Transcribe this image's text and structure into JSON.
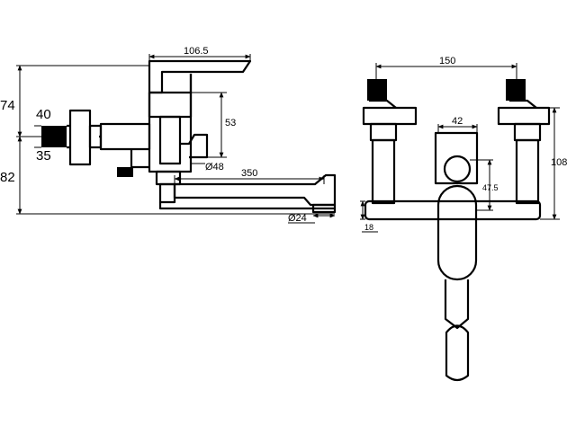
{
  "side_view": {
    "dims": {
      "top_width": "106.5",
      "height_upper": "74",
      "height_lower": "82",
      "inlet_a": "40",
      "inlet_b": "35",
      "body_height": "53",
      "body_diameter": "Ø48",
      "spout_length": "350",
      "outlet_diameter": "Ø24"
    }
  },
  "front_view": {
    "dims": {
      "centers": "150",
      "body_width": "42",
      "total_height": "108",
      "handle_offset": "47.5",
      "bottom_offset": "18"
    }
  }
}
